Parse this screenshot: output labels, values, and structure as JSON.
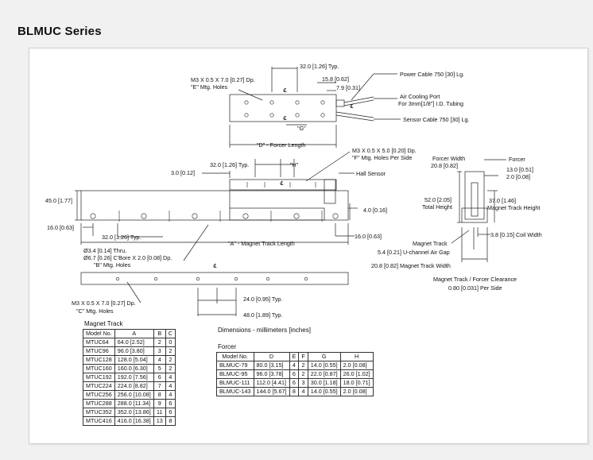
{
  "page": {
    "title": "BLMUC Series"
  },
  "drawing": {
    "top_view": {
      "mtg_holes_e": "M3 X 0.5 X 7.0 [0.27] Dp.",
      "mtg_holes_e2": "\"E\" Mtg. Holes",
      "pitch": "32.0 [1.26] Typ.",
      "dim_158": "15.8 [0.62]",
      "dim_79": "7.9 [0.31]",
      "power_cable": "Power Cable 750 [30] Lg.",
      "air_port_1": "Air Cooling Port",
      "air_port_2": "For 3mm[1/8\"] I.D. Tubing",
      "sensor_cable": "Sensor Cable 750 [30] Lg.",
      "g_label": "\"G\"",
      "forcer_length": "\"D\" - Forcer Length"
    },
    "side_view": {
      "pitch": "32.0 [1.26] Typ.",
      "h_label": "\"H\"",
      "mtg_f_1": "M3 X 0.5 X 5.0 [0.20] Dp.",
      "mtg_f_2": "\"F\" Mtg. Holes Per Side",
      "dim_30": "3.0 [0.12]",
      "hall_sensor": "Hall Sensor",
      "dim_45": "45.0 [1.77]",
      "dim_40": "4.0 [0.16]",
      "dim_160l": "16.0 [0.63]",
      "pitch_bottom": "32.0 [1.26] Typ.",
      "dim_160r": "16.0 [0.63]",
      "track_length": "\"A\" - Magnet Track Length",
      "thru_1": "Ø3.4 [0.14] Thru.",
      "thru_2": "Ø6.7 [0.26] C'Bore X 2.0 [0.08] Dp.",
      "thru_3": "\"B\" Mtg. Holes"
    },
    "bottom_view": {
      "mtg_c_1": "M3 X 0.5 X 7.0 [0.27] Dp.",
      "mtg_c_2": "\"C\" Mtg. Holes",
      "dim_240": "24.0 [0.95] Typ.",
      "dim_480": "48.0 [1.89] Typ."
    },
    "end_view": {
      "forcer_width_1": "Forcer Width",
      "forcer_width_2": "20.8 [0.82]",
      "forcer": "Forcer",
      "dim_130": "13.0 [0.51]",
      "dim_20": "2.0 [0.08]",
      "total_1": "52.0 [2.05]",
      "total_2": "Total Height",
      "track_h_1": "37.0 [1.46]",
      "track_h_2": "Magnet Track Height",
      "coil_width": "3.8 [0.15] Coil Width",
      "magnet_track": "Magnet Track",
      "air_gap": "5.4 [0.21] U-channel Air Gap",
      "track_width": "20.8 [0.82] Magnet Track Width",
      "clearance_1": "Magnet Track / Forcer Clearance",
      "clearance_2": "0.80 [0.031] Per Side"
    },
    "dimensions_note": "Dimensions - millimeters [inches]"
  },
  "magnet_track_table": {
    "caption": "Magnet Track",
    "headers": [
      "Model No.",
      "A",
      "B",
      "C"
    ],
    "rows": [
      [
        "MTUC64",
        "64.0  [2.52]",
        "2",
        "0"
      ],
      [
        "MTUC96",
        "96.0  [3.80]",
        "3",
        "2"
      ],
      [
        "MTUC128",
        "128.0 [5.04]",
        "4",
        "2"
      ],
      [
        "MTUC160",
        "160.0 [6.30]",
        "5",
        "2"
      ],
      [
        "MTUC192",
        "192.0 [7.56]",
        "6",
        "4"
      ],
      [
        "MTUC224",
        "224.0 [8.82]",
        "7",
        "4"
      ],
      [
        "MTUC256",
        "256.0 [10.08]",
        "8",
        "4"
      ],
      [
        "MTUC288",
        "288.0 [11.34]",
        "9",
        "6"
      ],
      [
        "MTUC352",
        "352.0 [13.86]",
        "11",
        "6"
      ],
      [
        "MTUC416",
        "416.0 [16.38]",
        "13",
        "8"
      ]
    ]
  },
  "forcer_table": {
    "caption": "Forcer",
    "headers": [
      "Model No.",
      "D",
      "E",
      "F",
      "G",
      "H"
    ],
    "rows": [
      [
        "BLMUC-79",
        "80.0 [3.15]",
        "4",
        "2",
        "14.0 [0.55]",
        "2.0 [0.08]"
      ],
      [
        "BLMUC-95",
        "96.0 [3.78]",
        "6",
        "2",
        "22.0 [0.87]",
        "26.0 [1.02]"
      ],
      [
        "BLMUC-111",
        "112.0 [4.41]",
        "6",
        "3",
        "30.0 [1.18]",
        "18.0 [0.71]"
      ],
      [
        "BLMUC-143",
        "144.0 [5.67]",
        "8",
        "4",
        "14.0 [0.55]",
        "2.0 [0.08]"
      ]
    ]
  }
}
